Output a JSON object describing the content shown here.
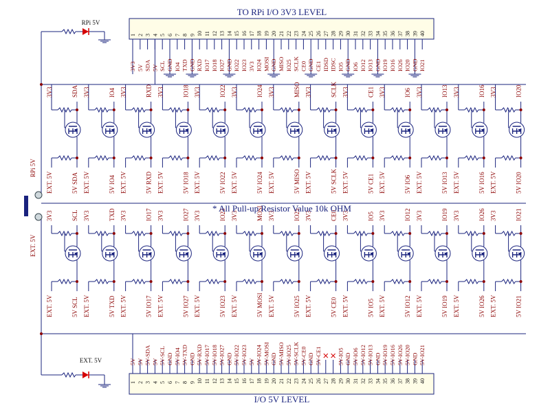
{
  "top_title": "TO RPi  I/O 3V3 LEVEL",
  "bottom_title": "I/O 5V LEVEL",
  "note": "* All Pull-up Resistor Value 10k OHM",
  "led_top_label": "RPi 5V",
  "led_bottom_label": "EXT. 5V",
  "rail_top_label": "RPi 5V",
  "rail_bottom_label": "EXT. 5V",
  "low_side_label": "3V3",
  "high_side_label": "EXT. 5V",
  "high_prefix": "5V",
  "top_header_pins": [
    "3V3",
    "5V",
    "SDA",
    "5V",
    "SCL",
    "GND",
    "IO4",
    "TXD",
    "GND",
    "RXD",
    "IO17",
    "IO18",
    "IO27",
    "GND",
    "IO22",
    "IO23",
    "3V3",
    "IO24",
    "MOSI",
    "GND",
    "MISO",
    "IO25",
    "SCLK",
    "CE0",
    "GND",
    "CE1",
    "IDSD",
    "IDSC",
    "IO5",
    "GND",
    "IO6",
    "IO12",
    "IO13",
    "GND",
    "IO19",
    "IO16",
    "IO26",
    "IO20",
    "GND",
    "IO21"
  ],
  "bottom_header_pins": [
    "5V",
    "5V",
    "5V-SDA",
    "5V",
    "5V-SCL",
    "GND",
    "5V-IO4",
    "5V-TXD",
    "GND",
    "5V-RXD",
    "5V-IO17",
    "5V-IO18",
    "5V-IO27",
    "GND",
    "5V-IO22",
    "5V-IO23",
    "5V",
    "5V-IO24",
    "5V-MOSI",
    "GND",
    "5V-MISO",
    "5V-IO25",
    "5V-SCLK",
    "5V-CE0",
    "GND",
    "5V-CE1",
    "",
    "",
    "5V-IO5",
    "GND",
    "5V-IO6",
    "5V-IO12",
    "5V-IO13",
    "GND",
    "5V-IO19",
    "5V-IO16",
    "5V-IO26",
    "5V-IO20",
    "GND",
    "5V-IO21"
  ],
  "channels_upper": [
    "SDA",
    "IO4",
    "RXD",
    "IO18",
    "IO22",
    "IO24",
    "MISO",
    "SCLK",
    "CE1",
    "IO6",
    "IO13",
    "IO16",
    "IO20"
  ],
  "channels_lower": [
    "SCL",
    "TXD",
    "IO17",
    "IO27",
    "IO23",
    "MOSI",
    "IO25",
    "CE0",
    "IO5",
    "IO12",
    "IO19",
    "IO26",
    "IO21"
  ]
}
